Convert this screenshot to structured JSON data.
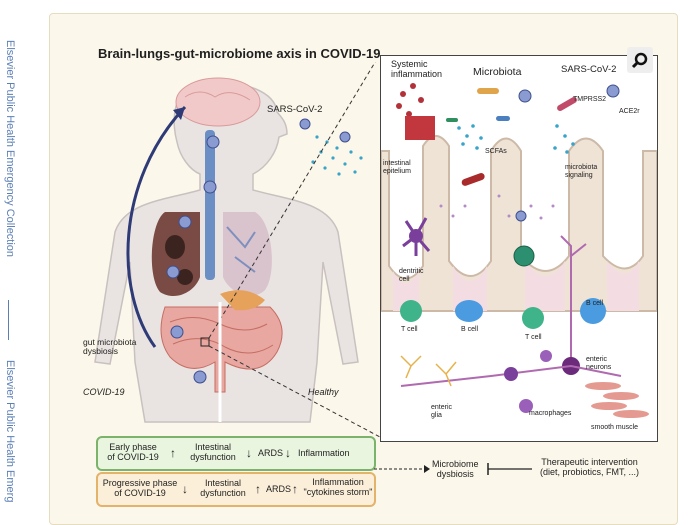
{
  "sidebar": {
    "collection_top": "Elsevier Public Health Emergency Collection",
    "collection_bottom": "Elsevier Public Health Emerg"
  },
  "figure": {
    "title": "Brain-lungs-gut-microbiome axis in COVID-19",
    "sars_cov2_left": "SARS-CoV-2",
    "gut_dysbiosis": "gut microbiota\ndysbiosis",
    "covid19": "COVID-19",
    "healthy": "Healthy",
    "zoom_icon": "magnifier-icon"
  },
  "inset": {
    "systemic_inflammation": "Systemic\ninflammation",
    "microbiota": "Microbiota",
    "sars_cov2": "SARS-CoV-2",
    "tmprss2": "TMPRSS2",
    "ace2r": "ACE2r",
    "scfas": "SCFAs",
    "intestinal_epitelium": "intestinal\nepitelium",
    "microbiota_signaling": "microbiota\nsignaling",
    "dendritic_cell": "dentritic\ncell",
    "t_cell_1": "T cell",
    "b_cell_1": "B cell",
    "t_cell_2": "T cell",
    "b_cell_2": "B cell",
    "enteric_neurons": "enteric\nneurons",
    "enteric_glia": "enteric\nglia",
    "macrophages": "macrophages",
    "smooth_muscle": "smooth muscle"
  },
  "phases": {
    "early": {
      "label": "Early phase\nof COVID-19",
      "c1": "Intestinal\ndysfunction",
      "c2": "ARDS",
      "c3": "Inflammation",
      "border": "#7cb36a",
      "fill": "#eaf5e0"
    },
    "progressive": {
      "label": "Progressive phase\nof COVID-19",
      "c1": "Intestinal\ndysfunction",
      "c2": "ARDS",
      "c3": "Inflammation\n\"cytokines storm\"",
      "border": "#e3b36b",
      "fill": "#fcefd9"
    }
  },
  "outcome": {
    "dysbiosis": "Microbiome\ndysbiosis",
    "therapy": "Therapeutic intervention\n(diet, probiotics, FMT, ...)"
  }
}
